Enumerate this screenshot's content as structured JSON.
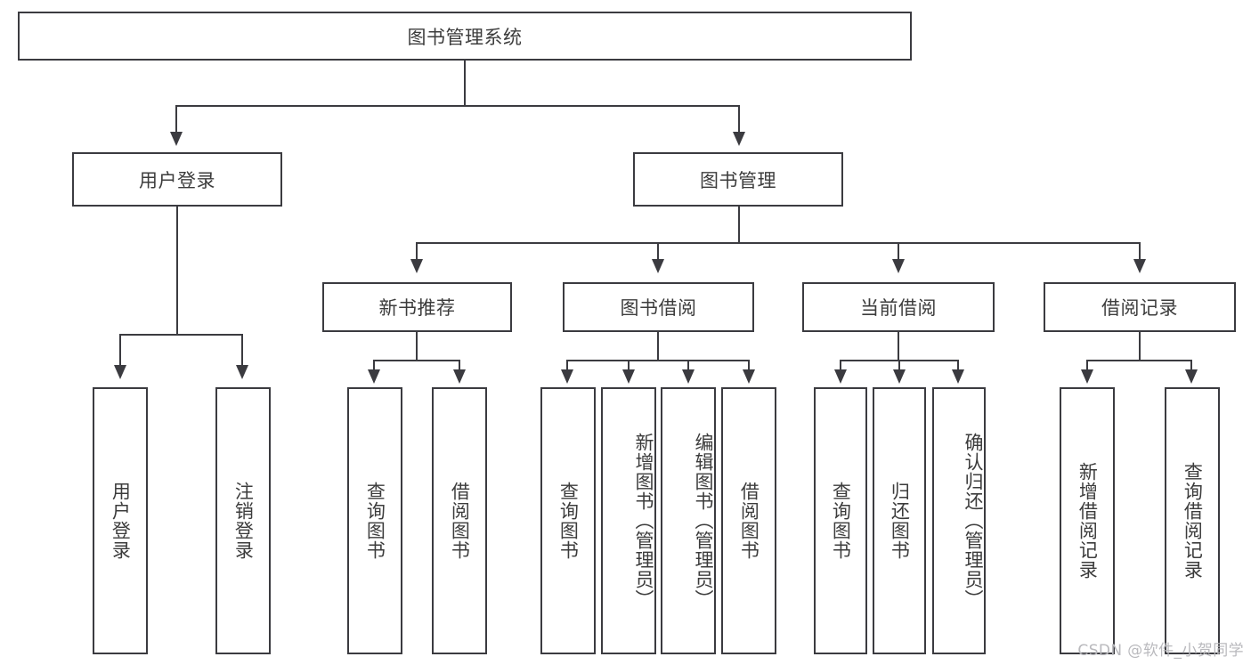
{
  "diagram": {
    "title_node": {
      "label": "图书管理系统"
    },
    "level2": [
      {
        "label": "用户登录"
      },
      {
        "label": "图书管理"
      }
    ],
    "level3": [
      {
        "label": "新书推荐"
      },
      {
        "label": "图书借阅"
      },
      {
        "label": "当前借阅"
      },
      {
        "label": "借阅记录"
      }
    ],
    "leaves": {
      "user_login": [
        {
          "label": "用户登录"
        },
        {
          "label": "注销登录"
        }
      ],
      "new_book": [
        {
          "label": "查询图书"
        },
        {
          "label": "借阅图书"
        }
      ],
      "book_borrow": [
        {
          "label": "查询图书"
        },
        {
          "label": "新增图书（管理员）"
        },
        {
          "label": "编辑图书（管理员）"
        },
        {
          "label": "借阅图书"
        }
      ],
      "current_borrow": [
        {
          "label": "查询图书"
        },
        {
          "label": "归还图书"
        },
        {
          "label": "确认归还（管理员）"
        }
      ],
      "borrow_record": [
        {
          "label": "新增借阅记录"
        },
        {
          "label": "查询借阅记录"
        }
      ]
    }
  },
  "watermark": {
    "text": "CSDN @软件_小贺同学"
  },
  "colors": {
    "line": "#3b3b40",
    "text": "#3c3c3c",
    "background": "#ffffff",
    "watermark": "#b9b9bd"
  }
}
